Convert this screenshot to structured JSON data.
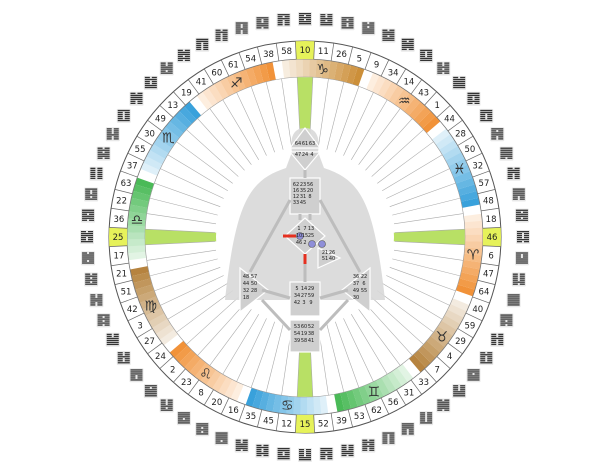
{
  "wheel": {
    "gates": [
      "10",
      "11",
      "26",
      "5",
      "9",
      "34",
      "14",
      "43",
      "1",
      "44",
      "28",
      "50",
      "32",
      "57",
      "48",
      "18",
      "46",
      "6",
      "47",
      "64",
      "40",
      "59",
      "29",
      "4",
      "7",
      "33",
      "31",
      "56",
      "62",
      "53",
      "39",
      "52",
      "15",
      "12",
      "45",
      "35",
      "16",
      "20",
      "8",
      "23",
      "2",
      "24",
      "27",
      "3",
      "42",
      "51",
      "21",
      "17",
      "25",
      "36",
      "22",
      "63",
      "37",
      "55",
      "30",
      "49",
      "13",
      "19",
      "41",
      "60",
      "61",
      "54",
      "38",
      "58"
    ],
    "highlighted_gates": [
      "10",
      "46",
      "15",
      "25"
    ],
    "zodiac": [
      {
        "glyph": "♑",
        "color": "#c8862a"
      },
      {
        "glyph": "♒",
        "color": "#f08a2a"
      },
      {
        "glyph": "♓",
        "color": "#2a9ad8"
      },
      {
        "glyph": "♈",
        "color": "#f08a2a"
      },
      {
        "glyph": "♉",
        "color": "#b07a30"
      },
      {
        "glyph": "♊",
        "color": "#3cb54a"
      },
      {
        "glyph": "♋",
        "color": "#2a9ad8"
      },
      {
        "glyph": "♌",
        "color": "#f08a2a"
      },
      {
        "glyph": "♍",
        "color": "#b07a30"
      },
      {
        "glyph": "♎",
        "color": "#3cb54a"
      },
      {
        "glyph": "♏",
        "color": "#2a9ad8"
      },
      {
        "glyph": "♐",
        "color": "#f08a2a"
      }
    ],
    "accent_green": "#b8e065",
    "highlight_yellow": "#e6f25a"
  },
  "bodygraph": {
    "head_gates": [
      "64",
      "61",
      "63"
    ],
    "ajna_gates": [
      "47",
      "24",
      "4"
    ],
    "throat_gates": [
      "62",
      "23",
      "56",
      "16",
      "35",
      "20",
      "12",
      "31",
      "8",
      "33",
      "45"
    ],
    "g_gates": [
      "1",
      "7",
      "13",
      "10",
      "15",
      "25",
      "46",
      "2"
    ],
    "heart_gates": [
      "21",
      "26",
      "51",
      "40"
    ],
    "spleen_gates": [
      "48",
      "57",
      "44",
      "50",
      "32",
      "28",
      "18"
    ],
    "solar_gates": [
      "36",
      "22",
      "37",
      "6",
      "49",
      "55",
      "30"
    ],
    "sacral_gates": [
      "5",
      "14",
      "29",
      "34",
      "27",
      "59",
      "42",
      "3",
      "9"
    ],
    "root_gates": [
      "53",
      "60",
      "52",
      "54",
      "19",
      "38",
      "39",
      "58",
      "41"
    ],
    "body_color": "#cfcfcf",
    "active_channel_color": "#e53020"
  }
}
